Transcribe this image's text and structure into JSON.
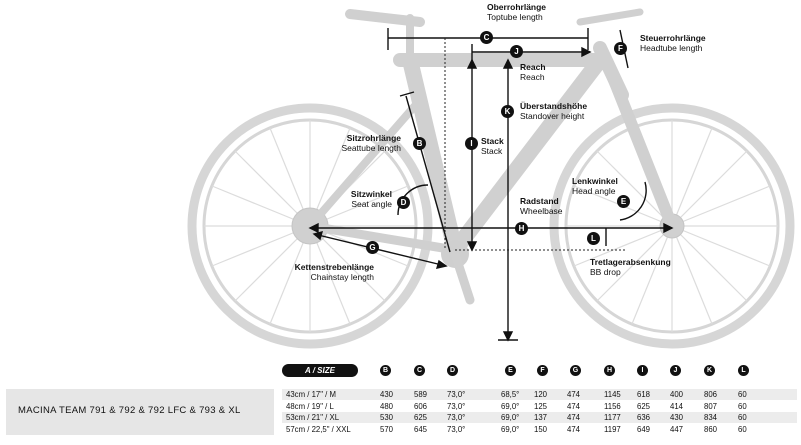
{
  "labels": {
    "C": {
      "de": "Oberrohrlänge",
      "en": "Toptube length"
    },
    "F": {
      "de": "Steuerrohrlänge",
      "en": "Headtube length"
    },
    "J": {
      "de": "Reach",
      "en": "Reach"
    },
    "K": {
      "de": "Überstandshöhe",
      "en": "Standover height"
    },
    "I": {
      "de": "Stack",
      "en": "Stack"
    },
    "B": {
      "de": "Sitzrohrlänge",
      "en": "Seattube length"
    },
    "D": {
      "de": "Sitzwinkel",
      "en": "Seat angle"
    },
    "E": {
      "de": "Lenkwinkel",
      "en": "Head angle"
    },
    "H": {
      "de": "Radstand",
      "en": "Wheelbase"
    },
    "L": {
      "de": "Tretlagerabsenkung",
      "en": "BB drop"
    },
    "G": {
      "de": "Kettenstrebenlänge",
      "en": "Chainstay length"
    }
  },
  "table": {
    "size_header": "A / SIZE",
    "columns": [
      "B",
      "C",
      "D",
      "E",
      "F",
      "G",
      "H",
      "I",
      "J",
      "K",
      "L"
    ],
    "model_name": "MACINA TEAM 791 & 792 & 792 LFC & 793 & XL",
    "rows": [
      {
        "size": "43cm / 17\" / M",
        "values": [
          "430",
          "589",
          "73,0°",
          "68,5°",
          "120",
          "474",
          "1145",
          "618",
          "400",
          "806",
          "60"
        ]
      },
      {
        "size": "48cm / 19\" / L",
        "values": [
          "480",
          "606",
          "73,0°",
          "69,0°",
          "125",
          "474",
          "1156",
          "625",
          "414",
          "807",
          "60"
        ]
      },
      {
        "size": "53cm / 21\" / XL",
        "values": [
          "530",
          "625",
          "73,0°",
          "69,0°",
          "137",
          "474",
          "1177",
          "636",
          "430",
          "834",
          "60"
        ]
      },
      {
        "size": "57cm / 22,5\" / XXL",
        "values": [
          "570",
          "645",
          "73,0°",
          "69,0°",
          "150",
          "474",
          "1197",
          "649",
          "447",
          "860",
          "60"
        ]
      }
    ]
  },
  "colors": {
    "frame": "#d4d4d4",
    "wheel": "#d4d4d4",
    "dimension": "#111111",
    "row_alt": "#ececec",
    "model_bg": "#e6e6e6"
  }
}
